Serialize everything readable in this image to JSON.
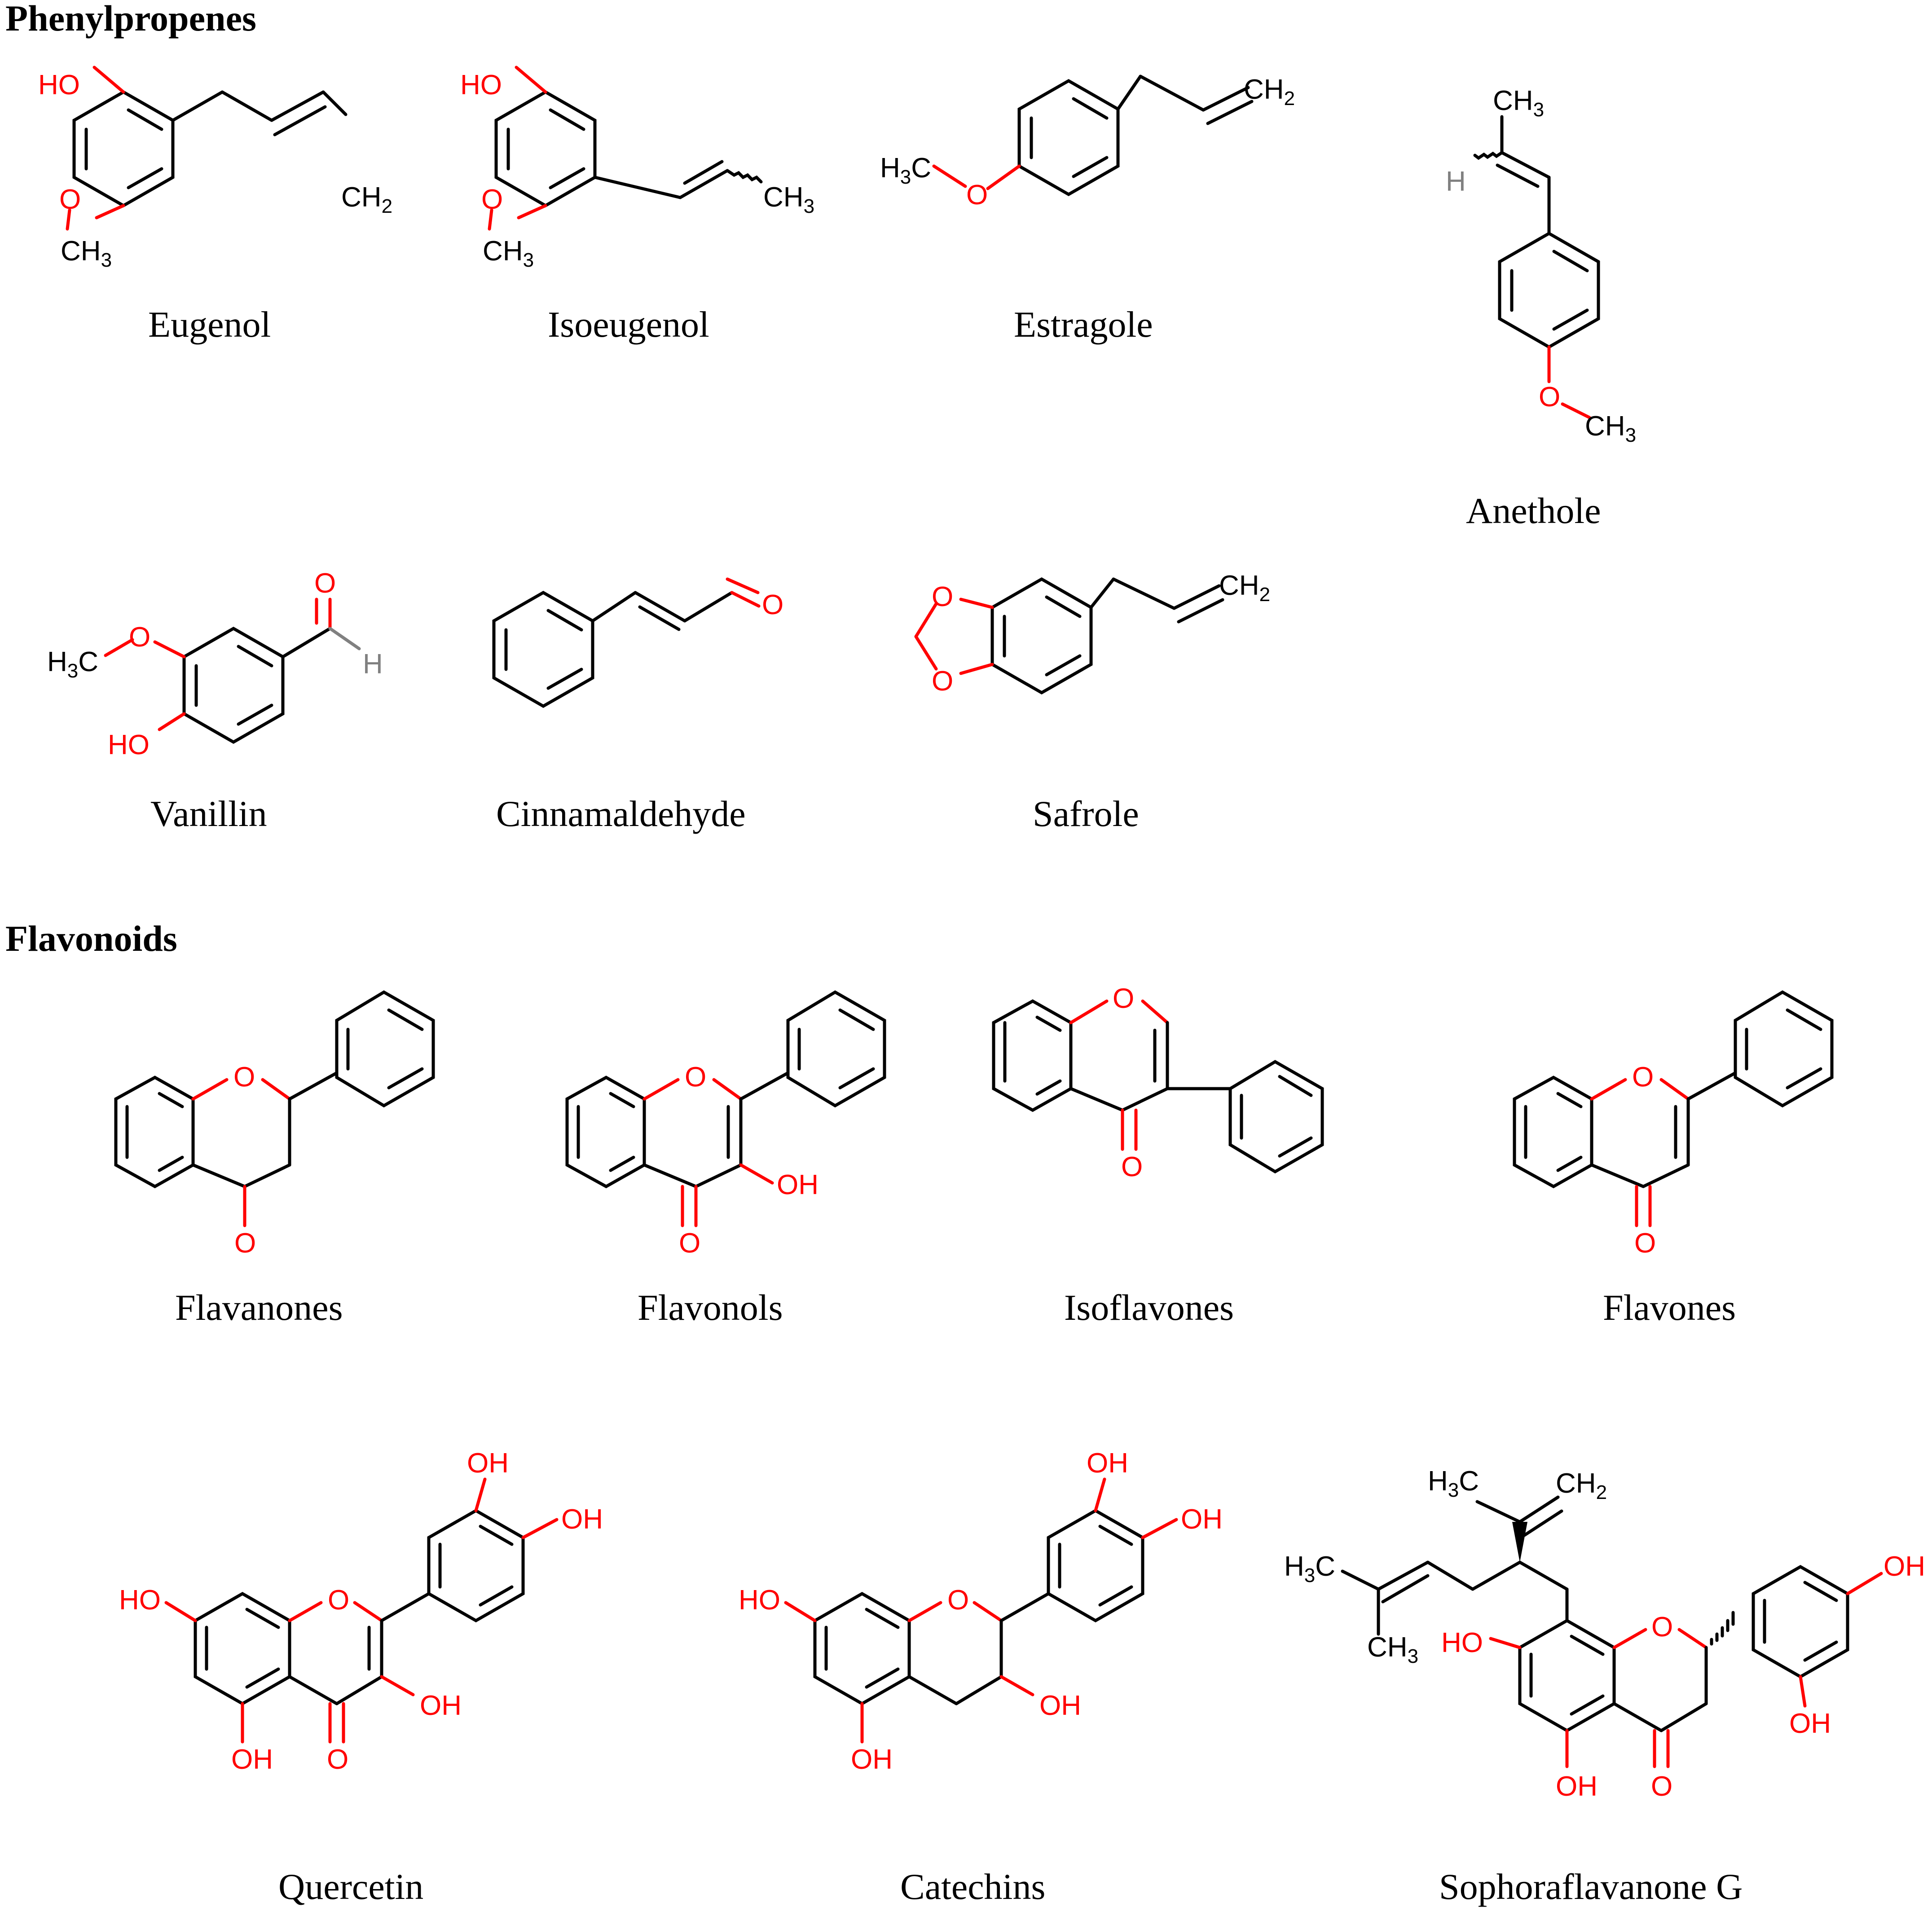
{
  "sections": [
    {
      "id": "phenyl",
      "title": "Phenylpropenes"
    },
    {
      "id": "flav",
      "title": "Flavonoids"
    }
  ],
  "colors": {
    "bond": "#000000",
    "O": "#ff0000",
    "H": "#808080",
    "text": "#000000"
  },
  "molecules": [
    {
      "id": "eugenol",
      "name": "Eugenol",
      "labels": [
        "HO",
        "O",
        "CH3",
        "CH2"
      ]
    },
    {
      "id": "isoeugenol",
      "name": "Isoeugenol",
      "labels": [
        "HO",
        "O",
        "CH3",
        "CH3"
      ]
    },
    {
      "id": "estragole",
      "name": "Estragole",
      "labels": [
        "H3C",
        "O",
        "CH2"
      ]
    },
    {
      "id": "anethole",
      "name": "Anethole",
      "labels": [
        "CH3",
        "H",
        "O",
        "CH3"
      ]
    },
    {
      "id": "vanillin",
      "name": "Vanillin",
      "labels": [
        "H3C",
        "O",
        "O",
        "H",
        "HO"
      ]
    },
    {
      "id": "cinnamaldehyde",
      "name": "Cinnamaldehyde",
      "labels": [
        "O"
      ]
    },
    {
      "id": "safrole",
      "name": "Safrole",
      "labels": [
        "O",
        "O",
        "CH2"
      ]
    },
    {
      "id": "flavanones",
      "name": "Flavanones",
      "labels": [
        "O",
        "O"
      ]
    },
    {
      "id": "flavonols",
      "name": "Flavonols",
      "labels": [
        "O",
        "OH",
        "O"
      ]
    },
    {
      "id": "isoflavones",
      "name": "Isoflavones",
      "labels": [
        "O",
        "O"
      ]
    },
    {
      "id": "flavones",
      "name": "Flavones",
      "labels": [
        "O",
        "O"
      ]
    },
    {
      "id": "quercetin",
      "name": "Quercetin",
      "labels": [
        "OH",
        "OH",
        "HO",
        "O",
        "OH",
        "OH",
        "O"
      ]
    },
    {
      "id": "catechins",
      "name": "Catechins",
      "labels": [
        "OH",
        "OH",
        "HO",
        "O",
        "OH",
        "OH"
      ]
    },
    {
      "id": "sophoraflavanone",
      "name": "Sophoraflavanone G",
      "labels": [
        "H3C",
        "CH2",
        "H3C",
        "CH3",
        "HO",
        "O",
        "OH",
        "OH",
        "OH",
        "O"
      ]
    }
  ]
}
